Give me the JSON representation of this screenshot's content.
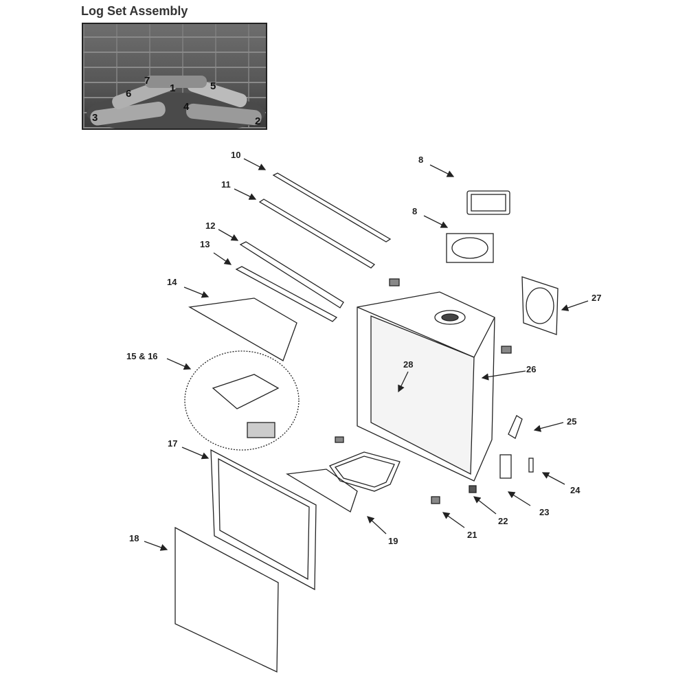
{
  "title": "Log Set Assembly",
  "photo_labels": {
    "l7": "7",
    "l6": "6",
    "l1": "1",
    "l5": "5",
    "l4": "4",
    "l3": "3",
    "l2": "2"
  },
  "parts": {
    "p10": "10",
    "p11": "11",
    "p12": "12",
    "p13": "13",
    "p14": "14",
    "p15_16": "15 & 16",
    "p17": "17",
    "p18": "18",
    "p8a": "8",
    "p8b": "8",
    "p27": "27",
    "p28": "28",
    "p26": "26",
    "p25": "25",
    "p24": "24",
    "p23": "23",
    "p22": "22",
    "p21": "21",
    "p19": "19"
  }
}
